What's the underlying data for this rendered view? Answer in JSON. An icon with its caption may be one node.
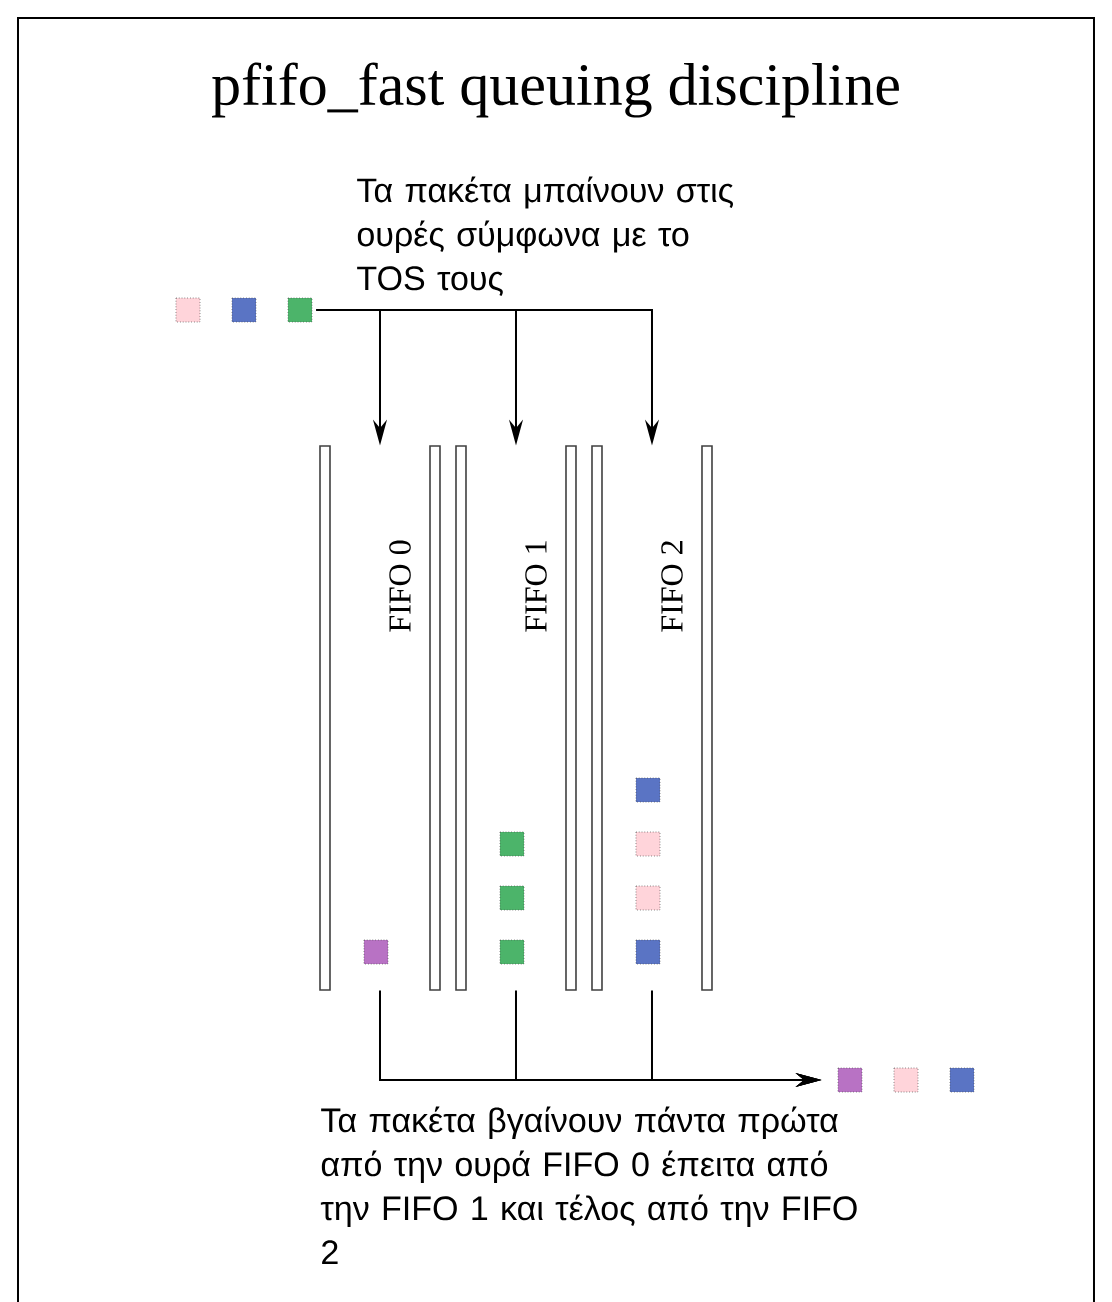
{
  "diagram": {
    "title": "pfifo_fast queuing discipline",
    "nodes": [
      {
        "text": [],
        "shape": "box"
      },
      {
        "text": [
          "FIFO 0"
        ]
      },
      {
        "text": [
          "FIFO 1"
        ]
      },
      {
        "text": [
          "FIFO 2"
        ]
      },
      {
        "text": [],
        "shape": "box"
      }
    ],
    "edges": [
      {
        "from": 0,
        "to": 1,
        "arrow": "to"
      },
      {
        "from": 0,
        "to": 2,
        "arrow": "to"
      },
      {
        "from": 0,
        "to": 3,
        "arrow": "to"
      },
      {
        "from": 1,
        "to": 4,
        "arrow": "to"
      },
      {
        "from": 2,
        "to": 4,
        "arrow": "to"
      },
      {
        "from": 3,
        "to": 4,
        "arrow": "to"
      }
    ],
    "labels": [
      "Τα πακέτα μπαίνουν στις ουρές σύμφωνα με το TOS τους",
      "Τα πακέτα βγαίνουν πάντα πρώτα από την ουρά FIFO 0 έπειτα από την FIFO 1 και τέλος από την FIFO 2"
    ]
  }
}
